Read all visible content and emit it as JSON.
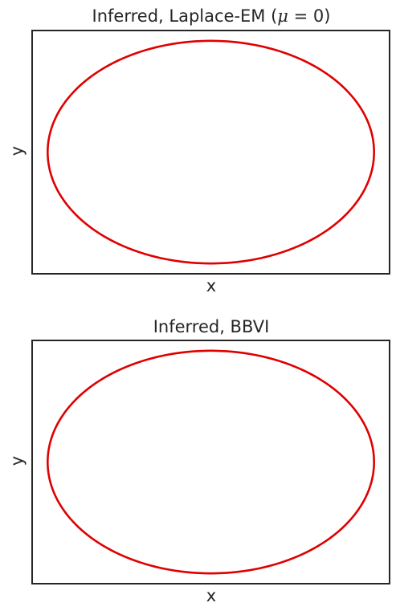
{
  "chart_data": [
    {
      "type": "line",
      "title_prefix": "Inferred, Laplace-EM (",
      "title_mu": "μ",
      "title_suffix": " = 0)",
      "xlabel": "x",
      "ylabel": "y",
      "xlim": [
        -1.1,
        1.1
      ],
      "ylim": [
        -1.1,
        1.1
      ],
      "grid": false,
      "ticks": false,
      "series": [
        {
          "color": "#e00000",
          "shape": "ellipse",
          "center": [
            0,
            0
          ],
          "semi_axes": [
            1.0,
            1.0
          ]
        }
      ]
    },
    {
      "type": "line",
      "title": "Inferred, BBVI",
      "xlabel": "x",
      "ylabel": "y",
      "xlim": [
        -1.1,
        1.1
      ],
      "ylim": [
        -1.1,
        1.1
      ],
      "grid": false,
      "ticks": false,
      "series": [
        {
          "color": "#e00000",
          "shape": "ellipse",
          "center": [
            0,
            0
          ],
          "semi_axes": [
            1.0,
            1.0
          ]
        }
      ]
    }
  ]
}
